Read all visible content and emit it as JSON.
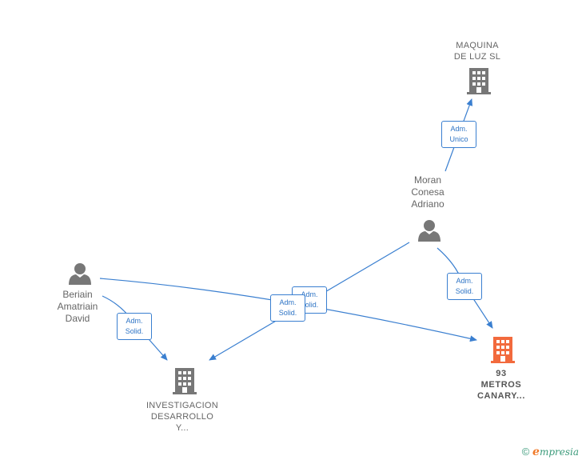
{
  "nodes": {
    "maquina": {
      "label_lines": [
        "MAQUINA",
        "DE LUZ  SL"
      ],
      "kind": "company"
    },
    "moran": {
      "label_lines": [
        "Moran",
        "Conesa",
        "Adriano"
      ],
      "kind": "person"
    },
    "beriain": {
      "label_lines": [
        "Beriain",
        "Amatriain",
        "David"
      ],
      "kind": "person"
    },
    "investigacion": {
      "label_lines": [
        "INVESTIGACION",
        "DESARROLLO",
        "Y..."
      ],
      "kind": "company"
    },
    "metros": {
      "label_lines": [
        "93",
        "METROS",
        "CANARY..."
      ],
      "kind": "company-main"
    }
  },
  "edges": [
    {
      "id": "moran-maquina",
      "label_lines": [
        "Adm.",
        "Unico"
      ]
    },
    {
      "id": "moran-metros",
      "label_lines": [
        "Adm.",
        "Solid."
      ]
    },
    {
      "id": "moran-investigacion",
      "label_lines": [
        "Adm.",
        "Solid."
      ]
    },
    {
      "id": "beriain-metros",
      "label_lines": [
        "Adm.",
        "Solid."
      ]
    },
    {
      "id": "beriain-investigacion",
      "label_lines": [
        "Adm.",
        "Solid."
      ]
    }
  ],
  "colors": {
    "edge": "#3a7fd0",
    "icon": "#777777",
    "main_icon": "#f26a3d"
  },
  "footer": {
    "copyright": "©",
    "brand_initial": "e",
    "brand_rest": "mpresia"
  }
}
